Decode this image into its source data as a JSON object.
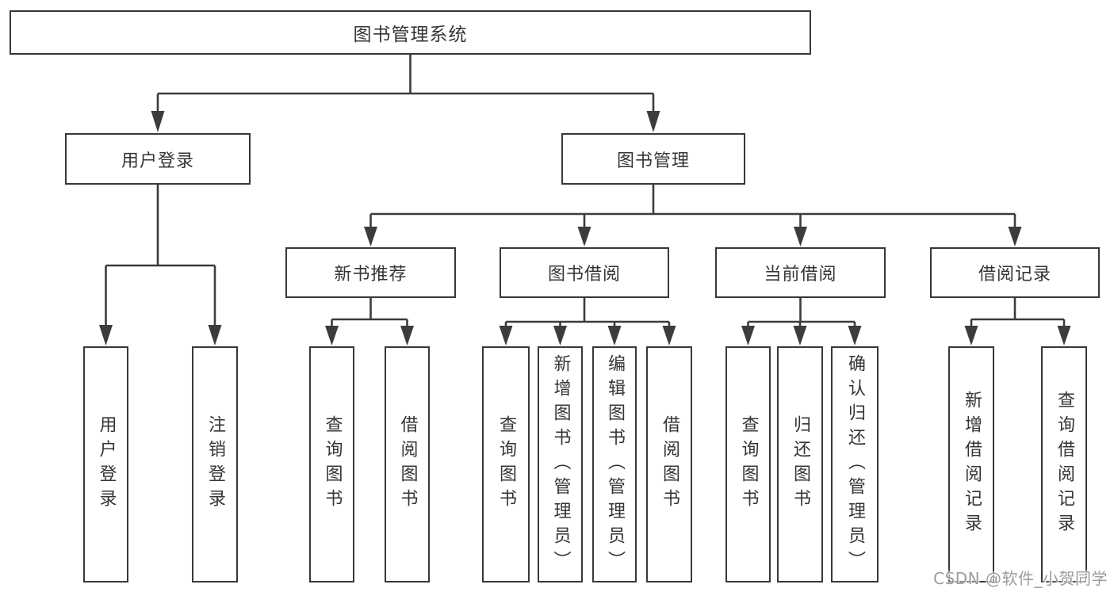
{
  "diagram": {
    "watermark": "CSDN @软件_小贺同学",
    "colors": {
      "line": "#3c3c3c",
      "box_border": "#383838",
      "text": "#333538",
      "background": "#ffffff",
      "watermark_text": "#9b9ba0"
    },
    "nodes": {
      "root": {
        "label": "图书管理系统"
      },
      "user_login": {
        "label": "用户登录"
      },
      "book_mgmt": {
        "label": "图书管理"
      },
      "new_book_rec": {
        "label": "新书推荐"
      },
      "book_borrow": {
        "label": "图书借阅"
      },
      "current_borrow": {
        "label": "当前借阅"
      },
      "borrow_record": {
        "label": "借阅记录"
      },
      "leaf_user_login": {
        "label": "用户登录"
      },
      "leaf_logout": {
        "label": "注销登录"
      },
      "leaf_query_book_rec": {
        "label": "查询图书"
      },
      "leaf_borrow_book_rec": {
        "label": "借阅图书"
      },
      "leaf_query_book_borrow": {
        "label": "查询图书"
      },
      "leaf_add_book": {
        "label": "新增图书（管理员）"
      },
      "leaf_edit_book": {
        "label": "编辑图书（管理员）"
      },
      "leaf_borrow_book": {
        "label": "借阅图书"
      },
      "leaf_query_book_current": {
        "label": "查询图书"
      },
      "leaf_return_book": {
        "label": "归还图书"
      },
      "leaf_confirm_return": {
        "label": "确认归还（管理员）"
      },
      "leaf_add_borrow_record": {
        "label": "新增借阅记录"
      },
      "leaf_query_borrow_record": {
        "label": "查询借阅记录"
      }
    },
    "hierarchy": {
      "图书管理系统": {
        "用户登录": [
          "用户登录",
          "注销登录"
        ],
        "图书管理": {
          "新书推荐": [
            "查询图书",
            "借阅图书"
          ],
          "图书借阅": [
            "查询图书",
            "新增图书（管理员）",
            "编辑图书（管理员）",
            "借阅图书"
          ],
          "当前借阅": [
            "查询图书",
            "归还图书",
            "确认归还（管理员）"
          ],
          "借阅记录": [
            "新增借阅记录",
            "查询借阅记录"
          ]
        }
      }
    }
  }
}
